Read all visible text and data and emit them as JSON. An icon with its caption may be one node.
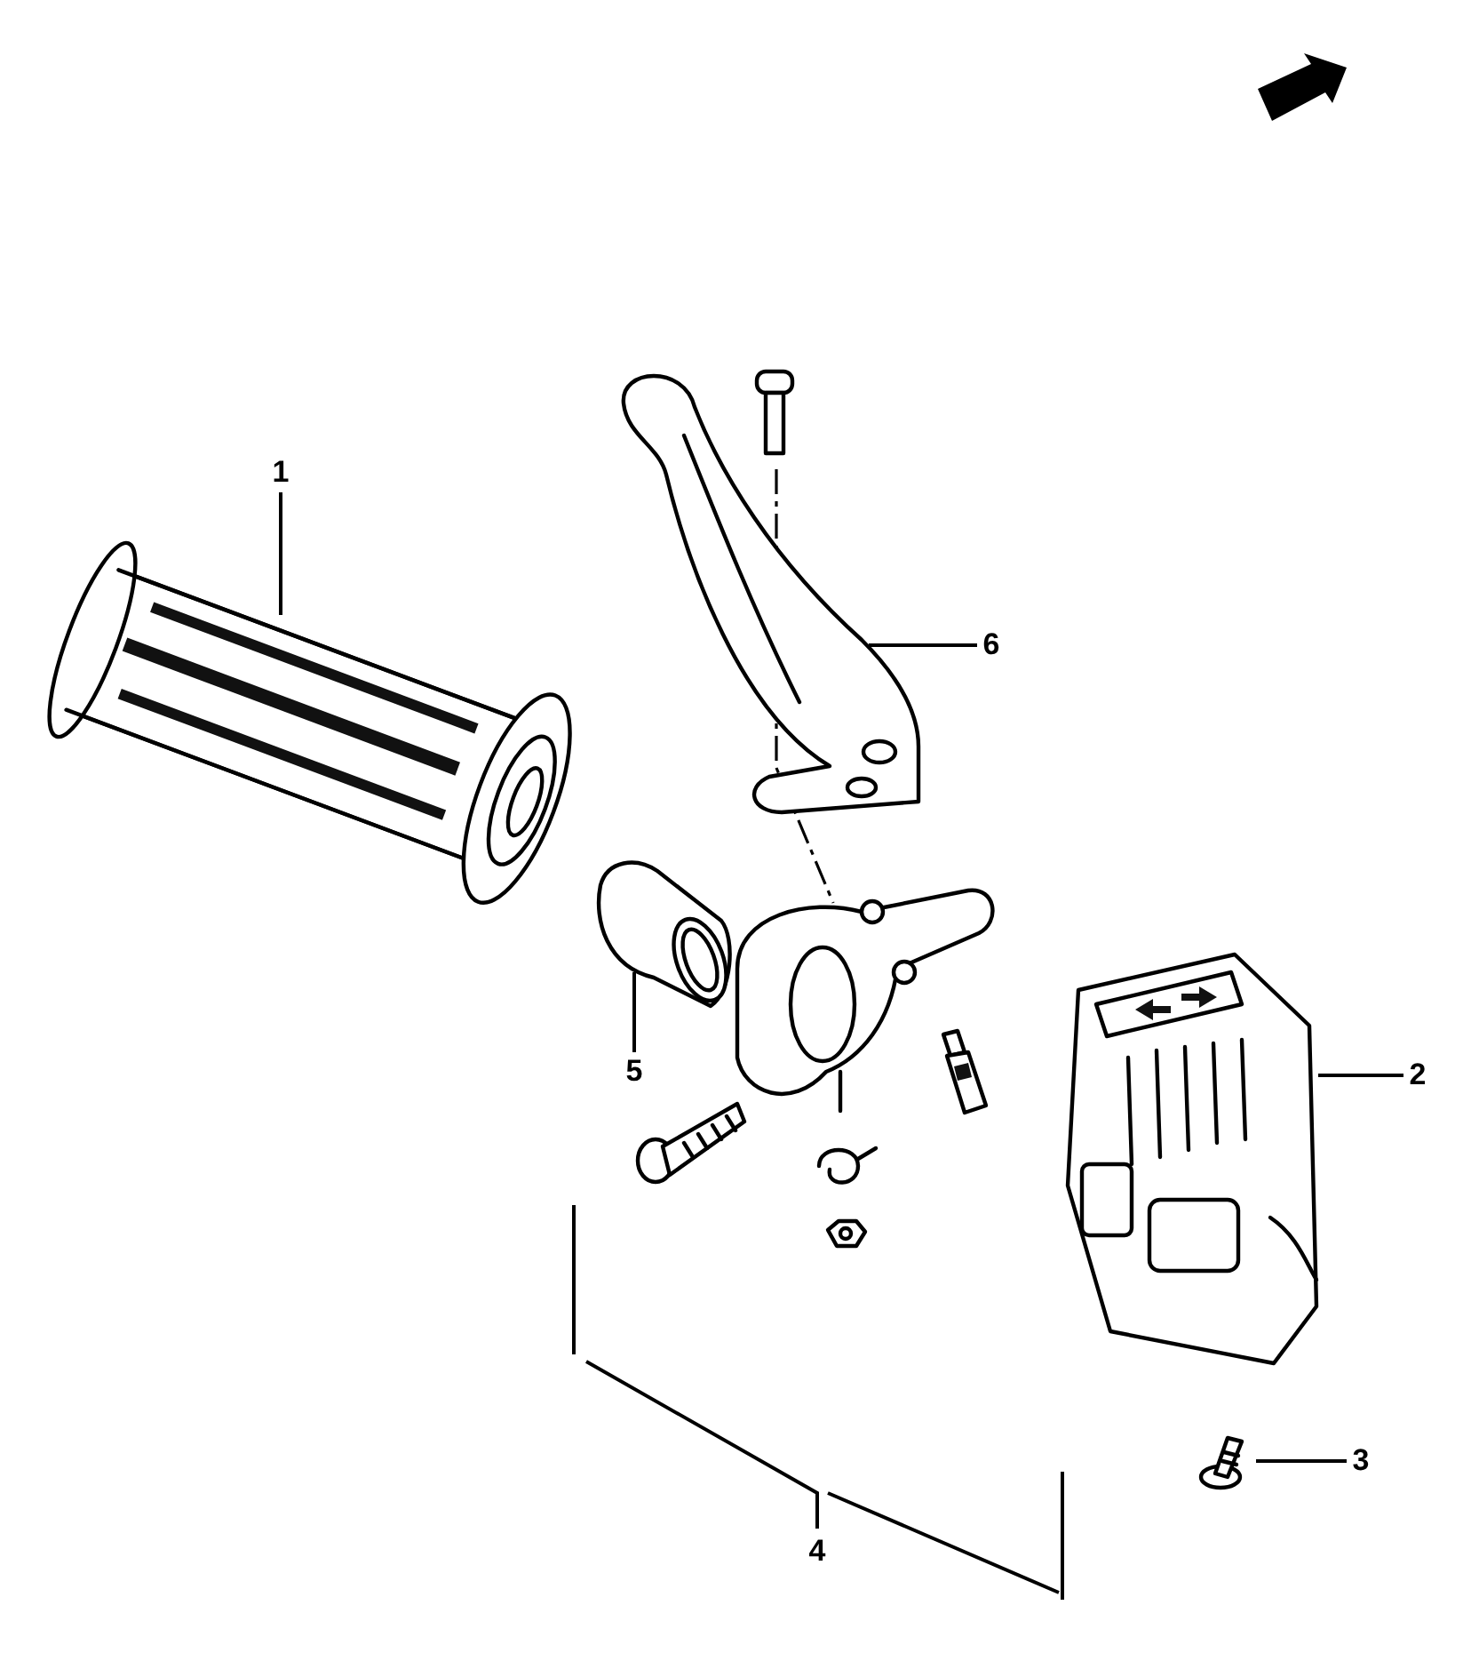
{
  "diagram": {
    "nodes": [
      {
        "text": [
          "1"
        ]
      },
      {
        "text": [
          "6"
        ]
      },
      {
        "text": [
          "5"
        ]
      },
      {
        "text": [
          "2"
        ]
      },
      {
        "text": [
          "3"
        ]
      },
      {
        "text": [],
        "shape": "picture"
      },
      {
        "text": [],
        "shape": "picture"
      },
      {
        "text": [],
        "shape": "picture"
      },
      {
        "text": [],
        "shape": "picture"
      },
      {
        "text": [],
        "shape": "picture"
      }
    ],
    "edges": [
      {
        "from": 0,
        "to": 5,
        "arrow": "none"
      },
      {
        "from": 1,
        "to": 6,
        "arrow": "none"
      },
      {
        "from": 2,
        "to": 7,
        "arrow": "none"
      },
      {
        "from": 3,
        "to": 8,
        "arrow": "none"
      },
      {
        "from": 4,
        "to": 9,
        "arrow": "none"
      }
    ],
    "labels": [
      "4"
    ]
  }
}
